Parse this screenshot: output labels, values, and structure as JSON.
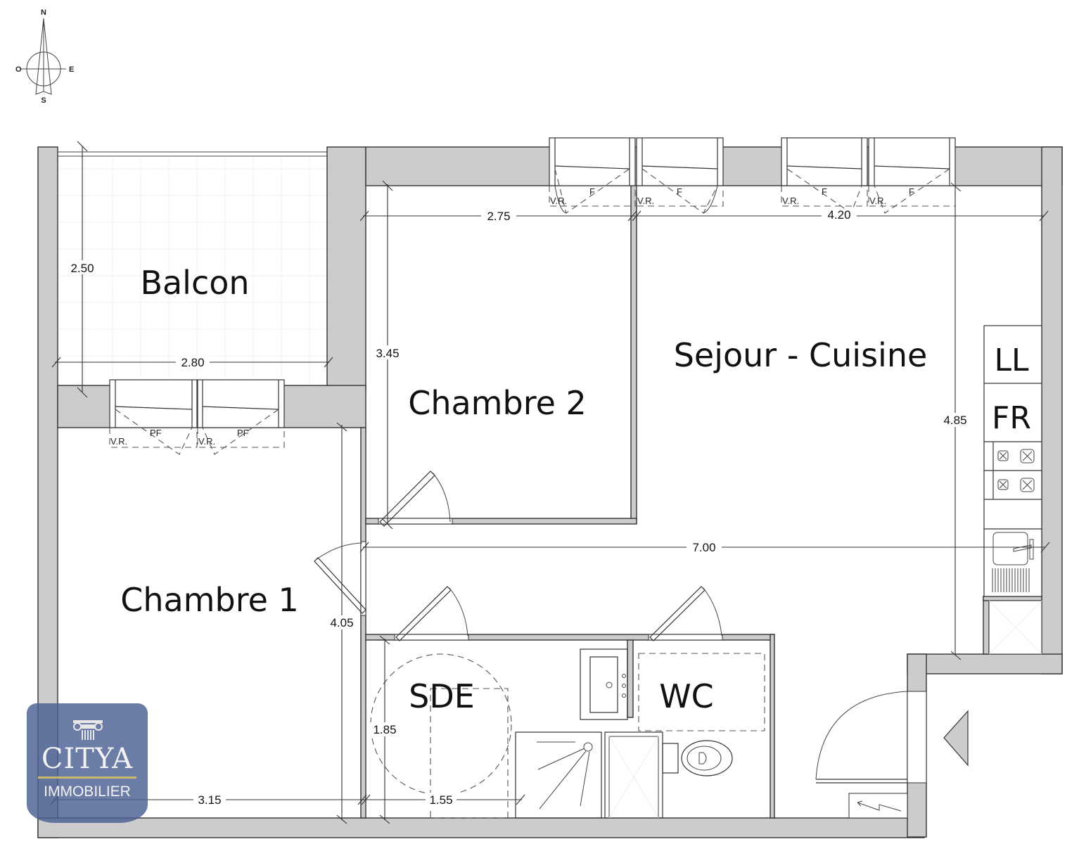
{
  "compass": {
    "north": "N",
    "south": "S",
    "east": "E",
    "west": "O"
  },
  "rooms": {
    "balcon": "Balcon",
    "chambre_1": "Chambre 1",
    "chambre_2": "Chambre 2",
    "sejour_cuisine": "Sejour - Cuisine",
    "sde": "SDE",
    "wc": "WC"
  },
  "kitchen": {
    "ll": "LL",
    "fr": "FR"
  },
  "dimensions": {
    "balcon_depth": "2.50",
    "balcon_width": "2.80",
    "chambre2_width": "2.75",
    "chambre2_depth": "3.45",
    "sejour_width": "4.20",
    "sejour_depth": "4.85",
    "overall_width": "7.00",
    "chambre1_depth": "4.05",
    "chambre1_width": "3.15",
    "sde_depth": "1.85",
    "sde_width": "1.55"
  },
  "windows": {
    "shutter_label": "V.R.",
    "window_label": "F",
    "french_door_label": "PF"
  },
  "logo": {
    "name": "CITYA",
    "subtitle": "IMMOBILIER"
  },
  "colors": {
    "wall_fill": "#cccccc",
    "line": "#333333",
    "logo_blue": "#4a5f94",
    "logo_gold": "#c9b96a"
  }
}
